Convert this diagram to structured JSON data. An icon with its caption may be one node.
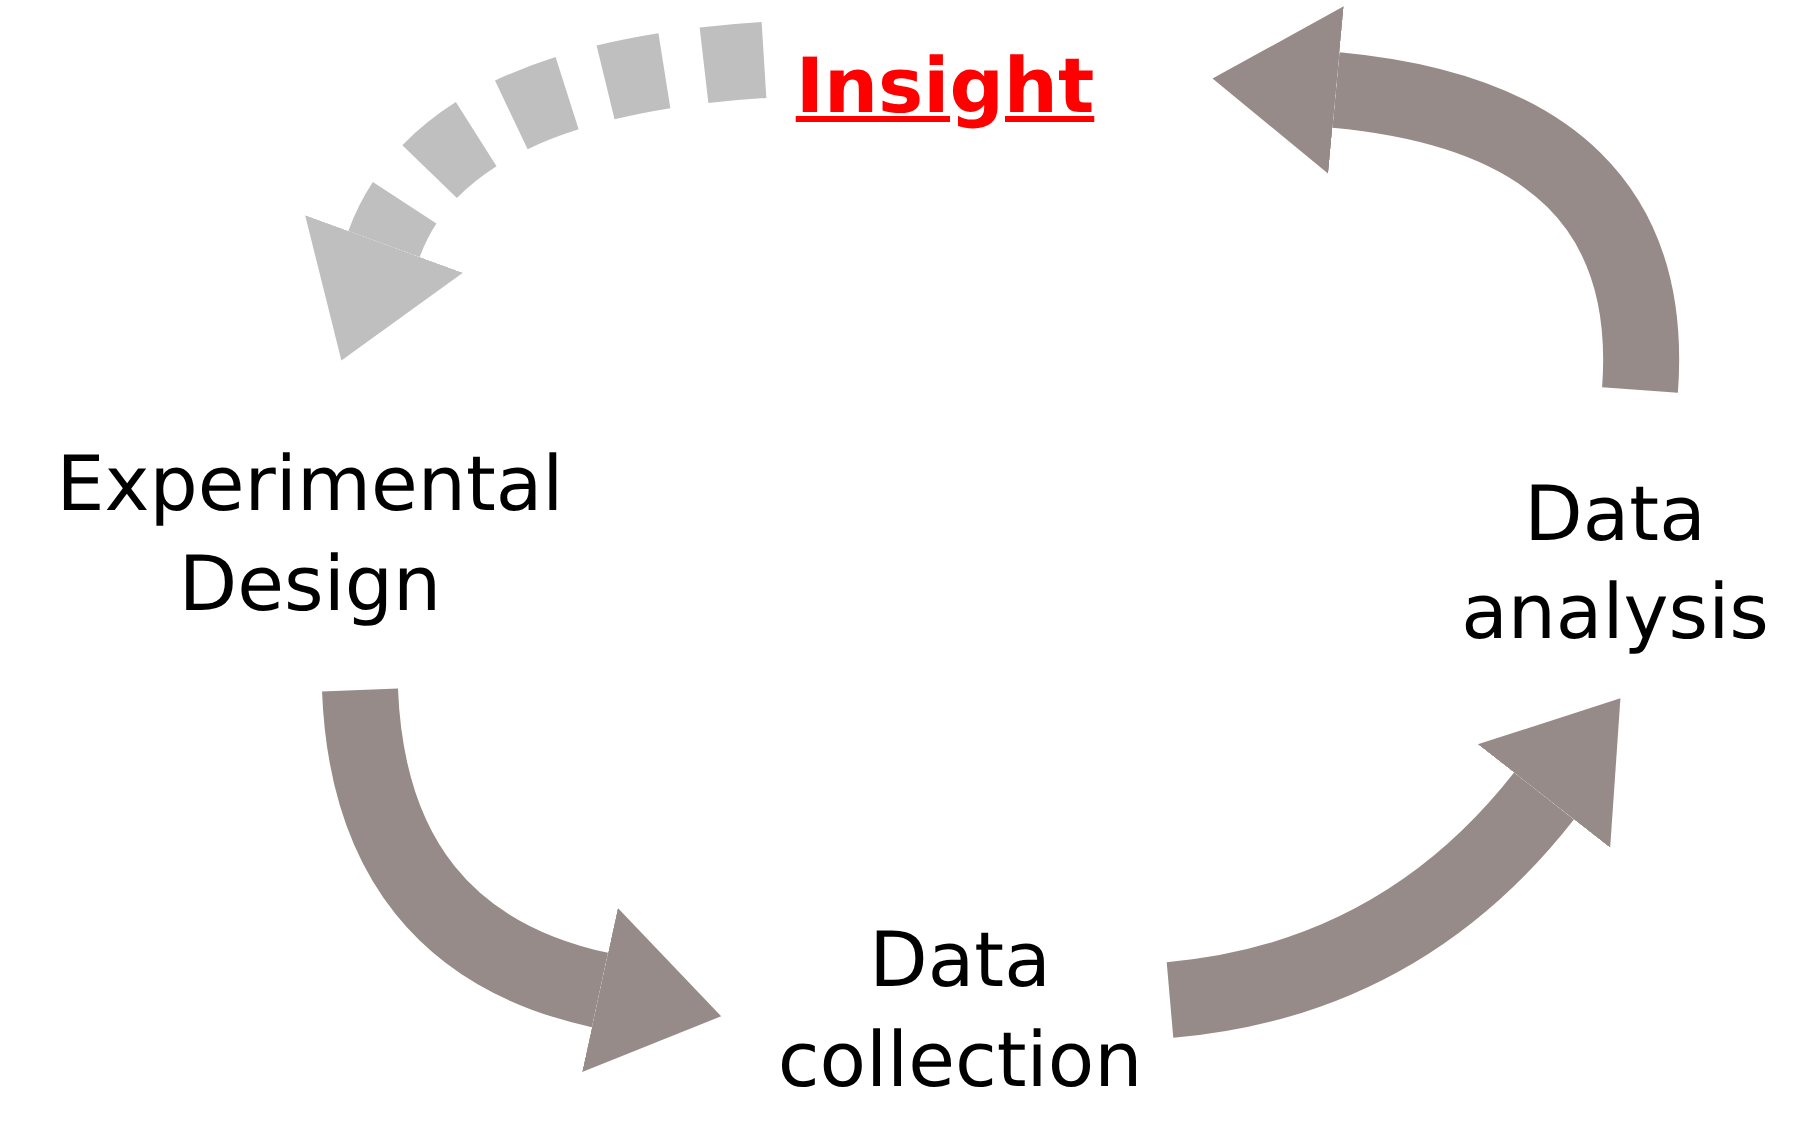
{
  "diagram": {
    "nodes": [
      {
        "text": [
          "Insight"
        ]
      },
      {
        "text": [
          "Experimental Design"
        ]
      },
      {
        "text": [
          "Data collection"
        ]
      },
      {
        "text": [
          "Data analysis"
        ]
      }
    ],
    "edges": [
      {
        "from": 0,
        "to": 1,
        "arrow": "to",
        "style": "dashed",
        "color": "#bfbfbf"
      },
      {
        "from": 1,
        "to": 2,
        "arrow": "to"
      },
      {
        "from": 2,
        "to": 3,
        "arrow": "to"
      },
      {
        "from": 3,
        "to": 0,
        "arrow": "to"
      }
    ]
  }
}
